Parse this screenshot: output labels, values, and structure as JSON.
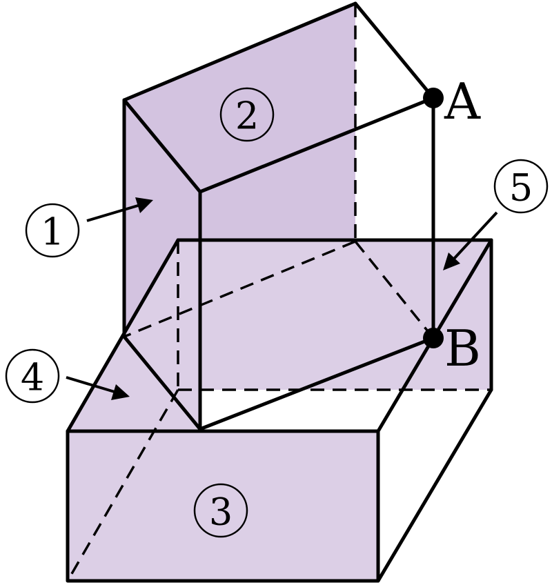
{
  "diagram": {
    "colors": {
      "face_fill": "#dccfe6",
      "face_fill_dark": "#d3c3e0",
      "line": "#000000",
      "background": "#ffffff"
    },
    "labels": {
      "face1": "1",
      "face2": "2",
      "face3": "3",
      "face4": "4",
      "face5": "5"
    },
    "points": {
      "a": "A",
      "b": "B"
    }
  }
}
